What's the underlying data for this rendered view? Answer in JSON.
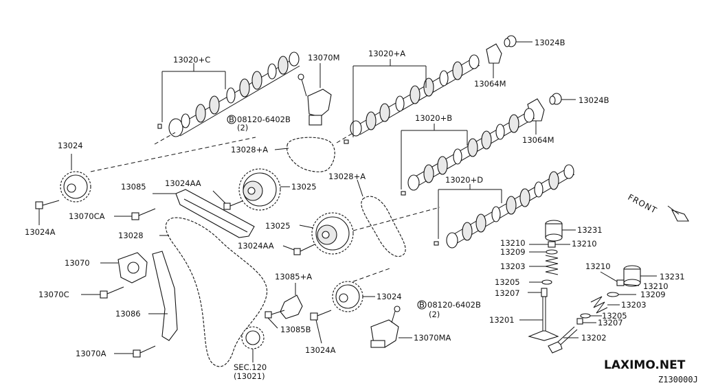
{
  "diagram": {
    "code": "Z130000J",
    "watermark": "LAXIMO.NET",
    "front_label": "FRONT",
    "callouts": [
      {
        "id": "c1",
        "text": "13020+C"
      },
      {
        "id": "c2",
        "text": "13070M"
      },
      {
        "id": "c3",
        "text": "13020+A"
      },
      {
        "id": "c4",
        "text": "13024B"
      },
      {
        "id": "c5",
        "text": "13064M"
      },
      {
        "id": "c6",
        "text": "13024B"
      },
      {
        "id": "c7",
        "text": "08120-6402B"
      },
      {
        "id": "c8",
        "text": "(2)"
      },
      {
        "id": "c9",
        "text": "13020+B"
      },
      {
        "id": "c10",
        "text": "13064M"
      },
      {
        "id": "c11",
        "text": "13024"
      },
      {
        "id": "c12",
        "text": "13028+A"
      },
      {
        "id": "c13",
        "text": "13028+A"
      },
      {
        "id": "c14",
        "text": "13020+D"
      },
      {
        "id": "c15",
        "text": "13085"
      },
      {
        "id": "c16",
        "text": "13024AA"
      },
      {
        "id": "c17",
        "text": "13025"
      },
      {
        "id": "c18",
        "text": "13024A"
      },
      {
        "id": "c19",
        "text": "13070CA"
      },
      {
        "id": "c20",
        "text": "13025"
      },
      {
        "id": "c21",
        "text": "13231"
      },
      {
        "id": "c22",
        "text": "13028"
      },
      {
        "id": "c23",
        "text": "13024AA"
      },
      {
        "id": "c24",
        "text": "13210"
      },
      {
        "id": "c25",
        "text": "13210"
      },
      {
        "id": "c26",
        "text": "13209"
      },
      {
        "id": "c27",
        "text": "13070"
      },
      {
        "id": "c28",
        "text": "13203"
      },
      {
        "id": "c29",
        "text": "13210"
      },
      {
        "id": "c30",
        "text": "13231"
      },
      {
        "id": "c31",
        "text": "13085+A"
      },
      {
        "id": "c32",
        "text": "13205"
      },
      {
        "id": "c33",
        "text": "13210"
      },
      {
        "id": "c34",
        "text": "13070C"
      },
      {
        "id": "c35",
        "text": "13024"
      },
      {
        "id": "c36",
        "text": "13207"
      },
      {
        "id": "c37",
        "text": "13209"
      },
      {
        "id": "c38",
        "text": "13203"
      },
      {
        "id": "c39",
        "text": "08120-6402B"
      },
      {
        "id": "c40",
        "text": "(2)"
      },
      {
        "id": "c41",
        "text": "13086"
      },
      {
        "id": "c42",
        "text": "13205"
      },
      {
        "id": "c43",
        "text": "13201"
      },
      {
        "id": "c44",
        "text": "13207"
      },
      {
        "id": "c45",
        "text": "13085B"
      },
      {
        "id": "c46",
        "text": "13070MA"
      },
      {
        "id": "c47",
        "text": "13202"
      },
      {
        "id": "c48",
        "text": "13070A"
      },
      {
        "id": "c49",
        "text": "13024A"
      },
      {
        "id": "c50",
        "text": "SEC.120"
      },
      {
        "id": "c51",
        "text": "(13021)"
      }
    ]
  }
}
